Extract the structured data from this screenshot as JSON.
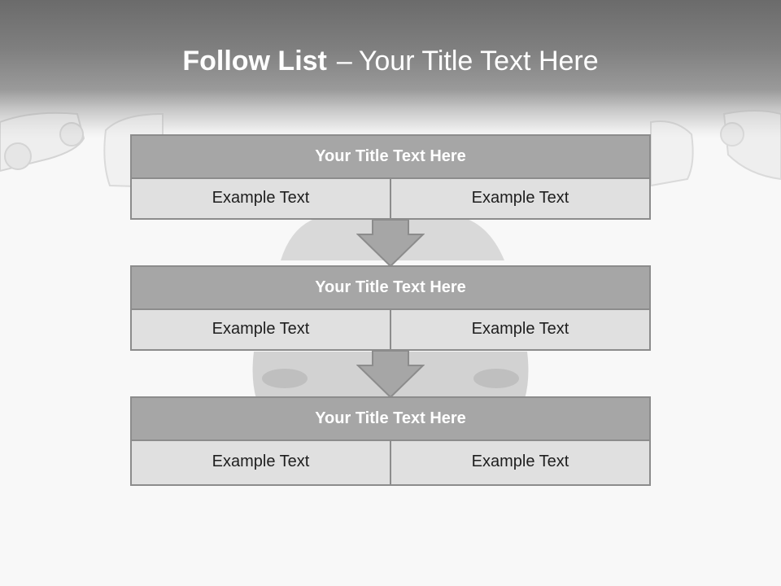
{
  "title": {
    "strong": "Follow List",
    "separator": "–",
    "rest": "Your Title Text Here"
  },
  "steps": [
    {
      "title": "Your Title Text Here",
      "left": "Example Text",
      "right": "Example Text"
    },
    {
      "title": "Your Title Text Here",
      "left": "Example Text",
      "right": "Example Text"
    },
    {
      "title": "Your Title Text Here",
      "left": "Example Text",
      "right": "Example Text"
    }
  ],
  "colors": {
    "header": "#a6a6a6",
    "cell": "#e0e0e0",
    "border": "#8c8c8c",
    "arrow": "#a6a6a6"
  }
}
